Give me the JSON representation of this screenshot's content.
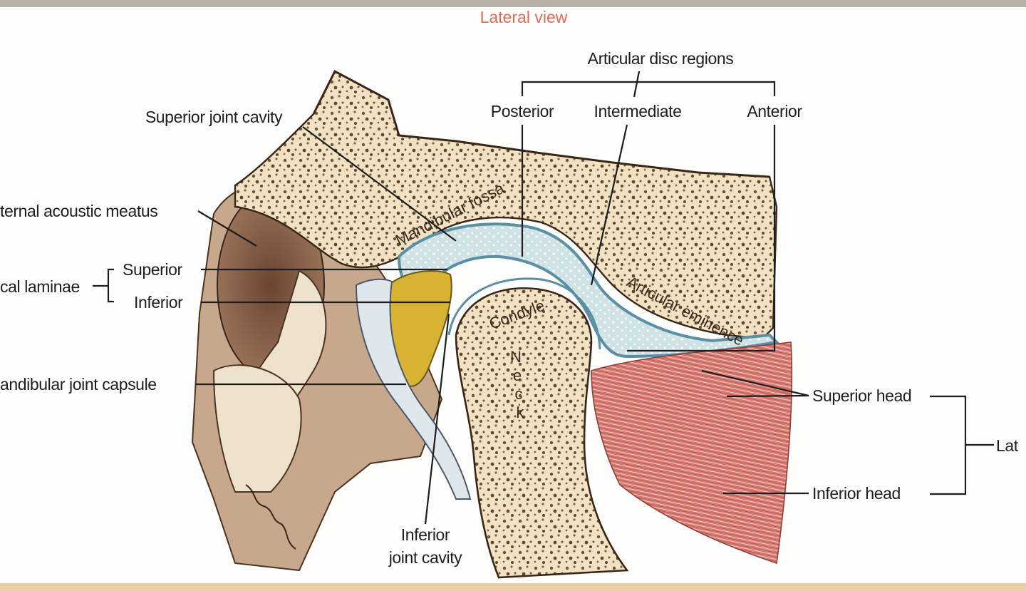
{
  "figure": {
    "title": "Lateral view",
    "labels": {
      "articular_disc_regions": "Articular disc regions",
      "posterior": "Posterior",
      "intermediate": "Intermediate",
      "anterior": "Anterior",
      "superior_joint_cavity": "Superior joint cavity",
      "external_acoustic_meatus": "ternal acoustic meatus",
      "retrodiscal_laminae": "cal laminae",
      "superior": "Superior",
      "inferior": "Inferior",
      "joint_capsule": "andibular joint capsule",
      "inferior_joint_cavity_1": "Inferior",
      "inferior_joint_cavity_2": "joint cavity",
      "superior_head": "Superior head",
      "inferior_head": "Inferior head",
      "lateral_pterygoid": "Lat"
    },
    "structures": {
      "mandibular_fossa": "Mandibular fossa",
      "articular_eminence": "Articular eminence",
      "condyle": "Condyle",
      "neck": [
        "N",
        "e",
        "c",
        "k"
      ]
    },
    "colors": {
      "bone": "#f1e2c4",
      "bone_dots": "#6b5436",
      "disc": "#cfe2e6",
      "disc_border": "#5b8fa3",
      "fat": "#d8b233",
      "muscle": "#d77a72",
      "ear": "#8a6147",
      "title": "#e06a58"
    }
  }
}
